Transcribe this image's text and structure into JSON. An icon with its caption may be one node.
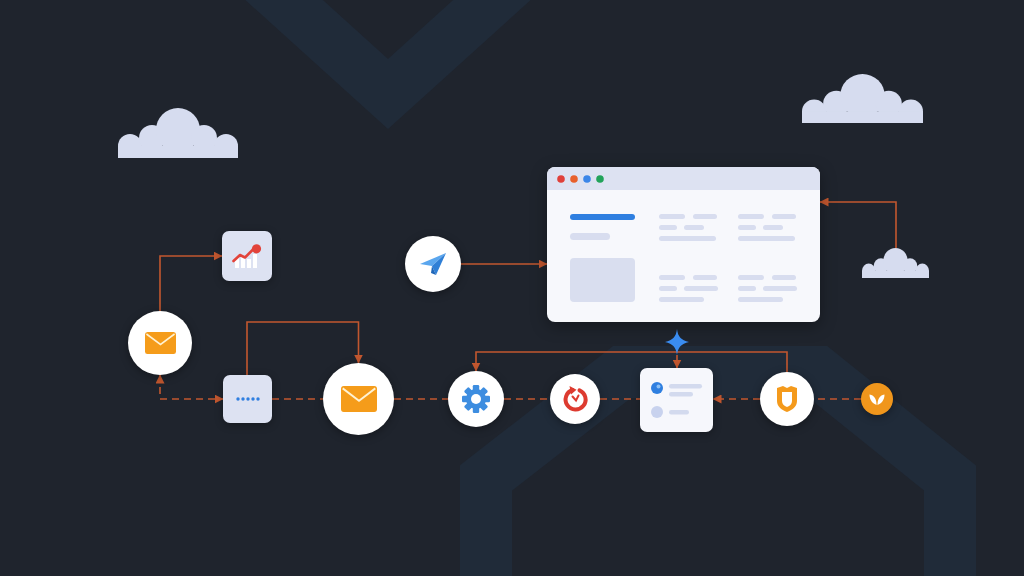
{
  "diagram": {
    "nodes": [
      {
        "text": [],
        "shape": "cloud"
      },
      {
        "text": [],
        "shape": "cloud"
      },
      {
        "text": [],
        "shape": "window"
      },
      {
        "text": [],
        "shape": "circle"
      },
      {
        "text": [],
        "shape": "box"
      },
      {
        "text": [],
        "shape": "cloud"
      },
      {
        "text": [],
        "shape": "circle"
      },
      {
        "text": [],
        "shape": "star"
      },
      {
        "text": [],
        "shape": "box"
      },
      {
        "text": [],
        "shape": "circle"
      },
      {
        "text": [],
        "shape": "circle"
      },
      {
        "text": [],
        "shape": "circle"
      },
      {
        "text": [],
        "shape": "box"
      },
      {
        "text": [],
        "shape": "circle"
      },
      {
        "text": [],
        "shape": "circle"
      }
    ],
    "edges": [
      {
        "from": 6,
        "to": 4,
        "arrow": "to"
      },
      {
        "from": 3,
        "to": 2,
        "arrow": "to"
      },
      {
        "from": 5,
        "to": 2,
        "arrow": "to"
      },
      {
        "from": 8,
        "to": 9,
        "arrow": "to"
      },
      {
        "from": 6,
        "to": 8,
        "arrow": "both",
        "style": "dashed"
      },
      {
        "from": 8,
        "to": 9,
        "arrow": "none",
        "style": "dashed"
      },
      {
        "from": 9,
        "to": 10,
        "arrow": "none",
        "style": "dashed"
      },
      {
        "from": 10,
        "to": 11,
        "arrow": "none",
        "style": "dashed"
      },
      {
        "from": 11,
        "to": 12,
        "arrow": "none",
        "style": "dashed"
      },
      {
        "from": 13,
        "to": 12,
        "arrow": "to",
        "style": "dashed"
      },
      {
        "from": 14,
        "to": 13,
        "arrow": "none",
        "style": "dashed"
      },
      {
        "from": 13,
        "to": 10,
        "arrow": "to"
      },
      {
        "from": 7,
        "to": 12,
        "arrow": "to"
      }
    ]
  }
}
